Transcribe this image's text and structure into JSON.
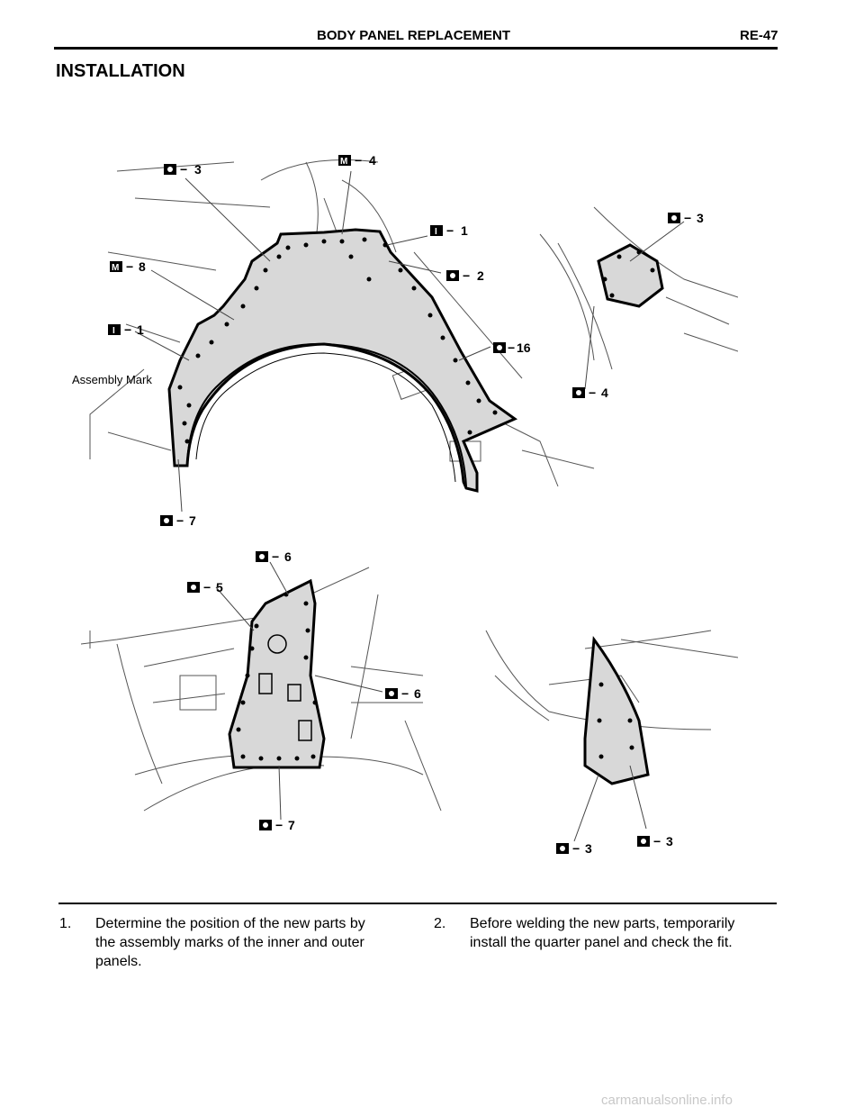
{
  "header": {
    "title": "BODY PANEL REPLACEMENT",
    "page_code": "RE-47"
  },
  "section_title": "INSTALLATION",
  "figure1": {
    "assembly_mark_label": "Assembly Mark",
    "callouts": {
      "c3": "3",
      "c4": "4",
      "c1a": "1",
      "c2": "2",
      "c16": "16",
      "c8": "8",
      "c1b": "1",
      "c7": "7",
      "c3r": "3",
      "c4r": "4"
    }
  },
  "figure2": {
    "callouts": {
      "c6a": "6",
      "c5": "5",
      "c6b": "6",
      "c7": "7",
      "c3a": "3",
      "c3b": "3"
    }
  },
  "steps": [
    {
      "num": "1.",
      "lines": [
        "Determine the position of the new parts by",
        "the assembly marks of the inner and outer",
        "panels."
      ]
    },
    {
      "num": "2.",
      "lines": [
        "Before welding the new parts, temporarily",
        "install the quarter panel and check the fit."
      ]
    }
  ],
  "watermark": "carmanualsonline.info",
  "icons": {
    "spot-weld": "square-with-dot",
    "mig-weld": "square-M",
    "mig-plug": "square-I"
  }
}
